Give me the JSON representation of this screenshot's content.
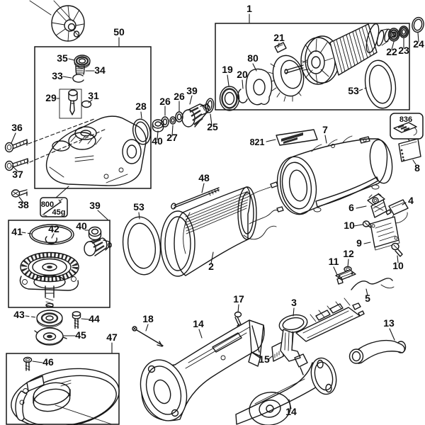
{
  "diagram": {
    "type": "exploded parts diagram",
    "colors": {
      "background": "#ffffff",
      "line": "#161616"
    },
    "callouts": [
      {
        "part": "1"
      },
      {
        "part": "50"
      },
      {
        "part": "35"
      },
      {
        "part": "34"
      },
      {
        "part": "33"
      },
      {
        "part": "29"
      },
      {
        "part": "31"
      },
      {
        "part": "28"
      },
      {
        "part": "40"
      },
      {
        "part": "26"
      },
      {
        "part": "27"
      },
      {
        "part": "26"
      },
      {
        "part": "39"
      },
      {
        "part": "25"
      },
      {
        "part": "21"
      },
      {
        "part": "80"
      },
      {
        "part": "19"
      },
      {
        "part": "20"
      },
      {
        "part": "22"
      },
      {
        "part": "23"
      },
      {
        "part": "24"
      },
      {
        "part": "53"
      },
      {
        "part": "821"
      },
      {
        "part": "7"
      },
      {
        "part": "836"
      },
      {
        "part": "8"
      },
      {
        "part": "36"
      },
      {
        "part": "37"
      },
      {
        "part": "38"
      },
      {
        "part": "800"
      },
      {
        "part": "45g"
      },
      {
        "part": "39"
      },
      {
        "part": "41"
      },
      {
        "part": "42"
      },
      {
        "part": "40"
      },
      {
        "part": "53"
      },
      {
        "part": "48"
      },
      {
        "part": "2"
      },
      {
        "part": "6"
      },
      {
        "part": "4"
      },
      {
        "part": "10"
      },
      {
        "part": "9"
      },
      {
        "part": "10"
      },
      {
        "part": "12"
      },
      {
        "part": "11"
      },
      {
        "part": "5"
      },
      {
        "part": "3"
      },
      {
        "part": "13"
      },
      {
        "part": "43"
      },
      {
        "part": "44"
      },
      {
        "part": "45"
      },
      {
        "part": "47"
      },
      {
        "part": "46"
      },
      {
        "part": "18"
      },
      {
        "part": "14"
      },
      {
        "part": "17"
      },
      {
        "part": "15"
      },
      {
        "part": "14"
      }
    ]
  }
}
